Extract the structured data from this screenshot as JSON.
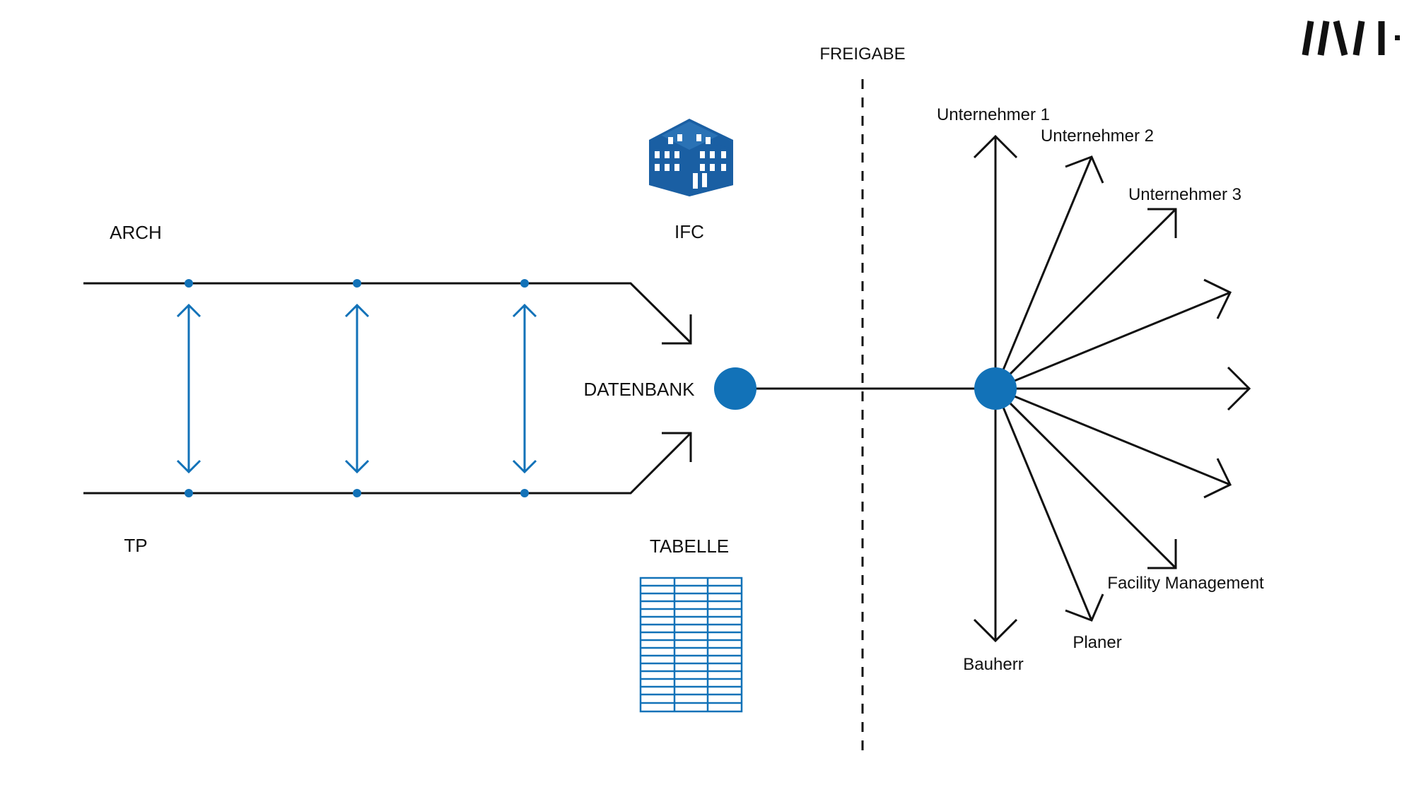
{
  "logo": {
    "text": "//\\//·"
  },
  "labels": {
    "freigabe": "FREIGABE",
    "ifc": "IFC",
    "arch": "ARCH",
    "tp": "TP",
    "datenbank": "DATENBANK",
    "tabelle": "TABELLE"
  },
  "recipients": {
    "unternehmer_1": "Unternehmer 1",
    "unternehmer_2": "Unternehmer 2",
    "unternehmer_3": "Unternehmer 3",
    "facility_management": "Facility Management",
    "planer": "Planer",
    "bauherr": "Bauherr"
  },
  "colors": {
    "accent": "#1272b8",
    "line": "#111111",
    "background": "#ffffff"
  },
  "icons": {
    "ifc": "building-icon",
    "tabelle": "table-icon"
  }
}
